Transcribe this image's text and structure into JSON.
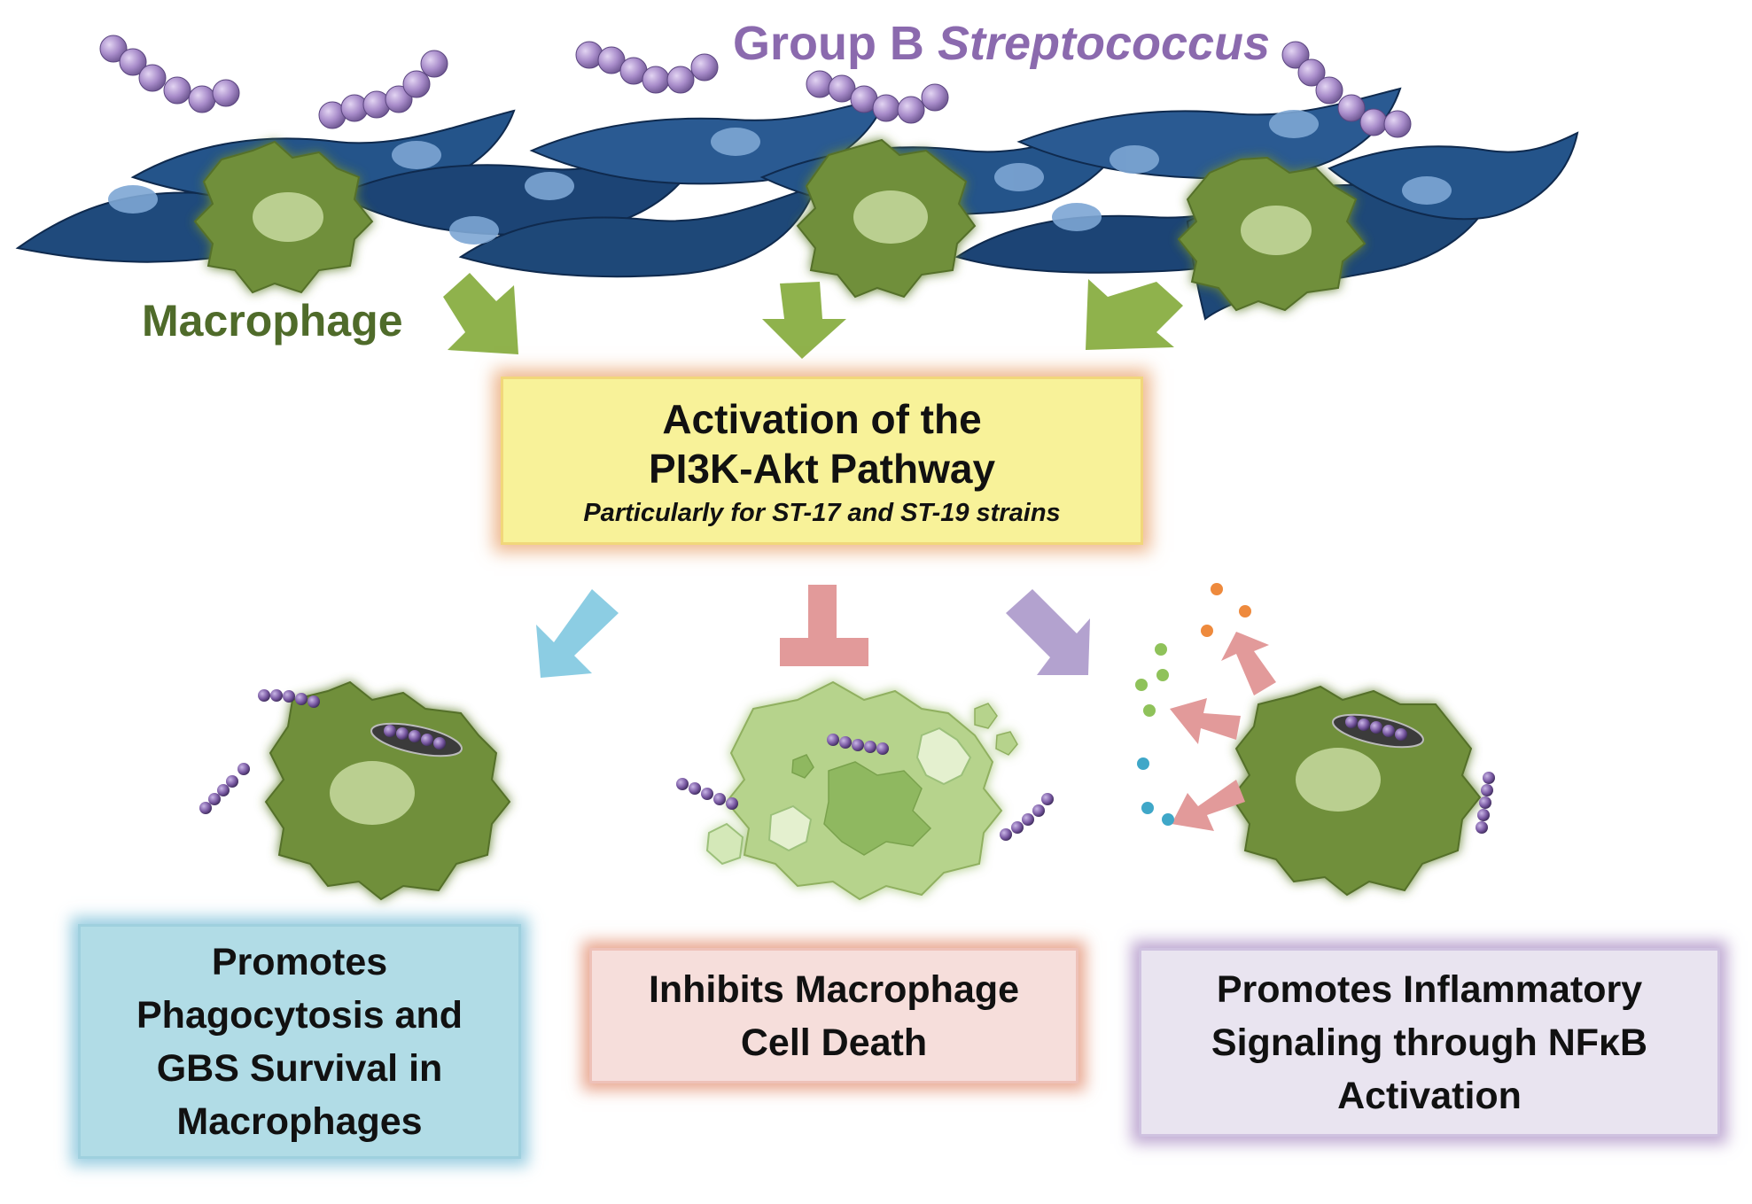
{
  "header": {
    "gbs_label_plain": "Group B ",
    "gbs_label_italic": "Streptococcus",
    "macrophage_label": "Macrophage"
  },
  "center_box": {
    "line1": "Activation of the",
    "line2": "PI3K-Akt Pathway",
    "note": "Particularly for ST-17 and ST-19 strains"
  },
  "outcomes": {
    "left": [
      "Promotes",
      "Phagocytosis and",
      "GBS Survival in",
      "Macrophages"
    ],
    "middle": [
      "Inhibits Macrophage",
      "Cell Death"
    ],
    "right": [
      "Promotes Inflammatory",
      "Signaling through NFκB",
      "Activation"
    ]
  },
  "colors": {
    "gbs": "#9a7cc2",
    "macrophage": "#6f8f3a",
    "epithelium": "#1e4878",
    "arrow_green": "#8fb24c",
    "arrow_blue": "#8ccde3",
    "arrow_pink": "#e29a9a",
    "arrow_purple": "#b3a2cf",
    "pathway_box": "#f8f299"
  }
}
